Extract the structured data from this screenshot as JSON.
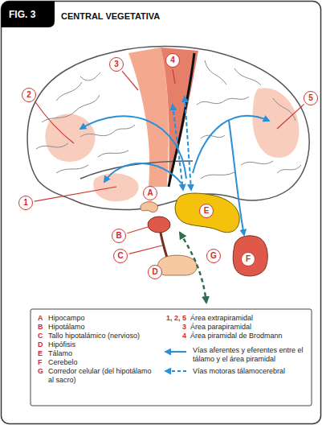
{
  "diagram": {
    "title": "CENTRAL VEGETATIVA",
    "nodes": [
      {
        "text": [
          "1"
        ]
      },
      {
        "text": [
          "2"
        ]
      },
      {
        "text": [
          "3"
        ]
      },
      {
        "text": [
          "4"
        ]
      },
      {
        "text": [
          "5"
        ]
      },
      {
        "text": [
          "A"
        ]
      },
      {
        "text": [
          "B"
        ]
      },
      {
        "text": [
          "C"
        ]
      },
      {
        "text": [
          "D"
        ]
      },
      {
        "text": [
          "E"
        ]
      },
      {
        "text": [
          "F"
        ]
      },
      {
        "text": [
          "G"
        ]
      }
    ],
    "labels": [
      "FIG. 3",
      "A",
      "B",
      "C",
      "D",
      "E",
      "F",
      "G",
      "1, 2, 5",
      "3",
      "4"
    ],
    "legend": [
      {
        "text": "Hipocampo"
      },
      {
        "text": "Hipotálamo"
      },
      {
        "text": "Tallo hipotalámico (nervioso)"
      },
      {
        "text": "Hipófisis"
      },
      {
        "text": "Tálamo"
      },
      {
        "text": "Cerebelo"
      },
      {
        "text": "Corredor celular (del hipotálamo al sacro)"
      },
      {
        "text": "Área extrapiramidal"
      },
      {
        "text": "Área parapiramidal"
      },
      {
        "text": "Área piramidal de Brodmann"
      },
      {
        "text": "Vías aferentes y eferentes entre el tálamo y el área piramidal"
      },
      {
        "text": "Vías motoras tálamocerebral"
      }
    ]
  }
}
